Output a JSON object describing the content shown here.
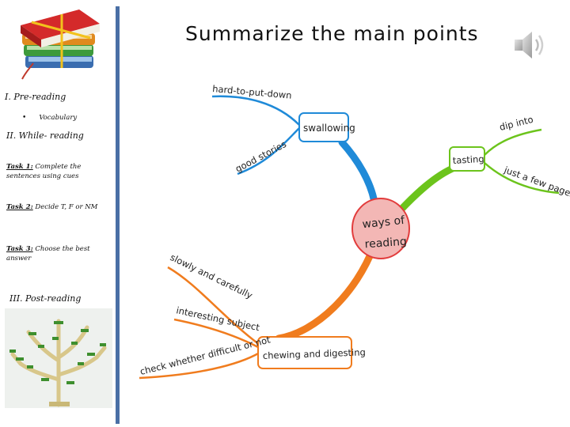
{
  "slide": {
    "title": "Summarize the main points"
  },
  "sidebar": {
    "pre_reading": "I. Pre-reading",
    "vocabulary": "Vocabulary",
    "while_reading": "II. While- reading",
    "task1_label": "Task 1:",
    "task1_text": " Complete the sentences using cues",
    "task2_label": "Task 2:",
    "task2_text": " Decide T, F or NM",
    "task3_label": "Task 3:",
    "task3_text": " Choose the best answer",
    "post_reading": "III. Post-reading"
  },
  "mindmap": {
    "center": [
      "ways of",
      "reading"
    ],
    "branches": {
      "swallowing": {
        "label": "swallowing",
        "color": "#1f8ad8",
        "leaves": [
          "hard-to-put-down",
          "good stories"
        ]
      },
      "tasting": {
        "label": "tasting",
        "color": "#6cc41c",
        "leaves": [
          "dip into",
          "just a few pages"
        ]
      },
      "chewing": {
        "label": "chewing and digesting",
        "color": "#f07c1e",
        "leaves": [
          "slowly and carefully",
          "interesting subject",
          "check whether difficult or not"
        ]
      }
    }
  },
  "icons": {
    "books": "stacked-books-icon",
    "speaker": "speaker-icon",
    "tree": "bookshelf-tree-image"
  }
}
